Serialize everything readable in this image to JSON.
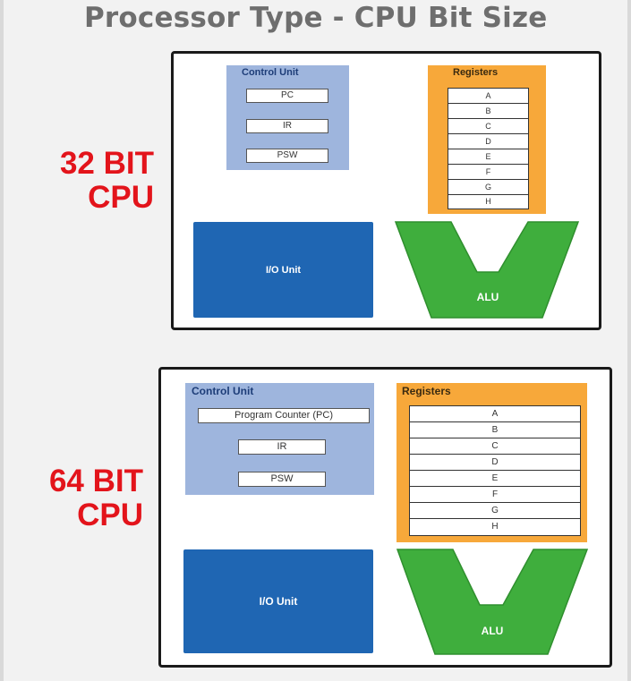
{
  "title": "Processor Type - CPU Bit Size",
  "cpu32": {
    "label_line1": "32 BIT",
    "label_line2": "CPU",
    "control_unit": {
      "title": "Control Unit",
      "items": [
        "PC",
        "IR",
        "PSW"
      ]
    },
    "registers": {
      "title": "Registers",
      "items": [
        "A",
        "B",
        "C",
        "D",
        "E",
        "F",
        "G",
        "H"
      ]
    },
    "io_unit": "I/O Unit",
    "alu": "ALU"
  },
  "cpu64": {
    "label_line1": "64 BIT",
    "label_line2": "CPU",
    "control_unit": {
      "title": "Control Unit",
      "items": [
        "Program Counter (PC)",
        "IR",
        "PSW"
      ]
    },
    "registers": {
      "title": "Registers",
      "items": [
        "A",
        "B",
        "C",
        "D",
        "E",
        "F",
        "G",
        "H"
      ]
    },
    "io_unit": "I/O Unit",
    "alu": "ALU"
  },
  "colors": {
    "label_red": "#e3141b",
    "control_unit_bg": "#9eb5dd",
    "registers_bg": "#f7a83a",
    "io_unit_bg": "#1f66b3",
    "alu_green": "#3fae3d"
  }
}
